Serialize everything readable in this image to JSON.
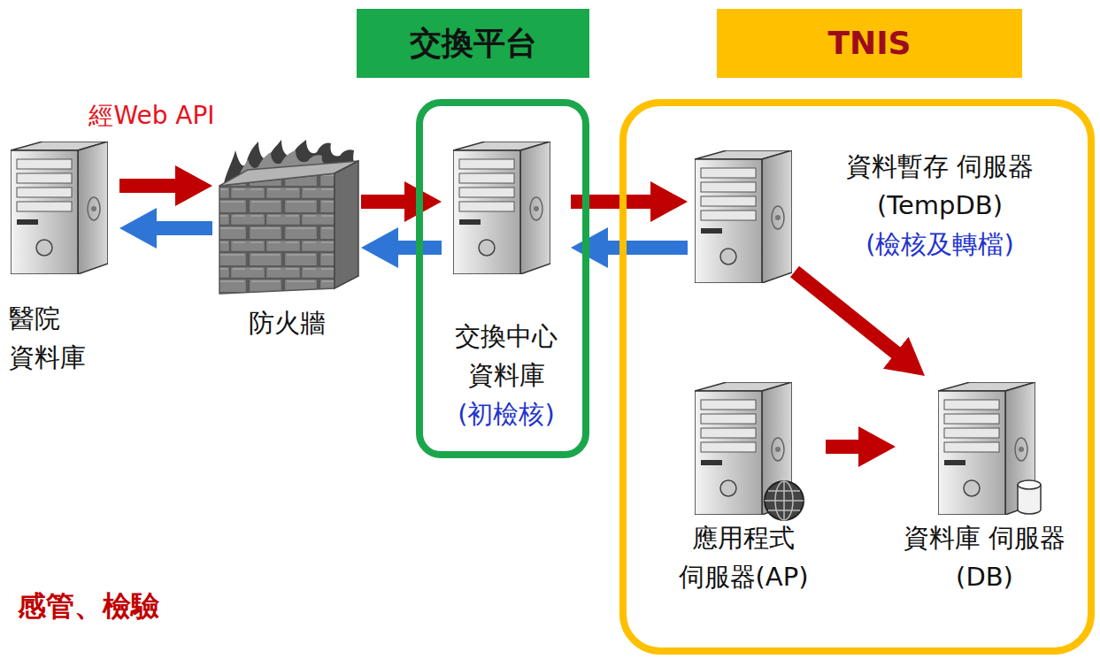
{
  "diagram": {
    "nodes": [
      {
        "text": [
          "醫院 資料庫"
        ]
      },
      {
        "text": [
          "防火牆"
        ]
      },
      {
        "text": [
          "交換平台"
        ]
      },
      {
        "text": [
          "交換中心 資料庫",
          "(初檢核)"
        ],
        "in": 2
      },
      {
        "text": [
          "TNIS"
        ]
      },
      {
        "text": [
          "資料暫存 伺服器(TempDB)",
          "(檢核及轉檔)"
        ],
        "in": 4
      },
      {
        "text": [
          "應用程式 伺服器(AP)"
        ],
        "in": 4
      },
      {
        "text": [
          "資料庫 伺服器(DB)"
        ],
        "in": 4
      }
    ],
    "edges": [
      {
        "from": 0,
        "to": 1,
        "arrow": "to",
        "label": "經Web API"
      },
      {
        "from": 1,
        "to": 0,
        "arrow": "to"
      },
      {
        "from": 1,
        "to": 3,
        "arrow": "to"
      },
      {
        "from": 3,
        "to": 1,
        "arrow": "to"
      },
      {
        "from": 3,
        "to": 5,
        "arrow": "to"
      },
      {
        "from": 5,
        "to": 3,
        "arrow": "to"
      },
      {
        "from": 5,
        "to": 7,
        "arrow": "to"
      },
      {
        "from": 6,
        "to": 7,
        "arrow": "to"
      }
    ],
    "labels": [
      "感管、檢驗"
    ]
  }
}
